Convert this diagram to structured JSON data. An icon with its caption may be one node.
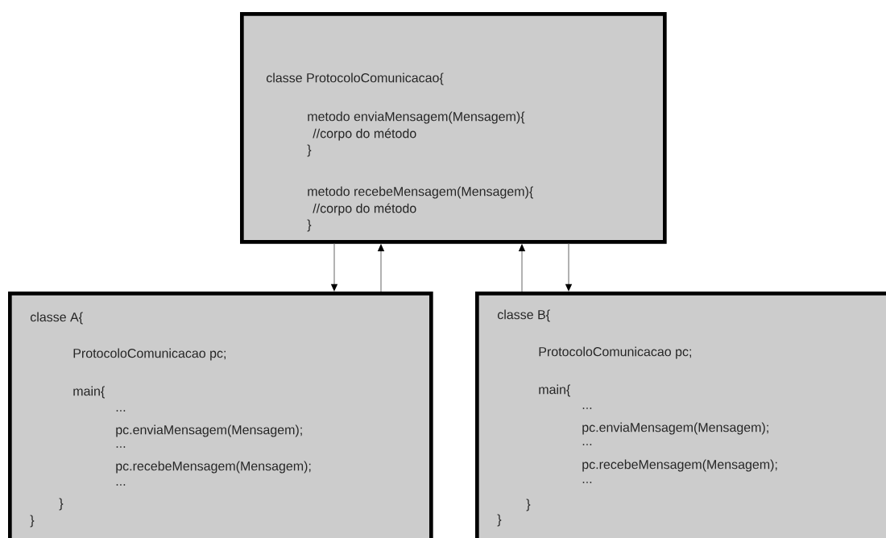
{
  "diagram": {
    "nodes": [
      {
        "text": [
          "classe ProtocoloComunicacao{",
          "metodo enviaMensagem(Mensagem){",
          "//corpo do método",
          "}",
          "metodo recebeMensagem(Mensagem){",
          "//corpo do método",
          "}"
        ]
      },
      {
        "text": [
          "classe A{",
          "ProtocoloComunicacao pc;",
          "main{",
          "...",
          "pc.enviaMensagem(Mensagem);",
          "...",
          "pc.recebeMensagem(Mensagem);",
          "...",
          "}",
          "}"
        ]
      },
      {
        "text": [
          "classe B{",
          "ProtocoloComunicacao pc;",
          "main{",
          "...",
          "pc.enviaMensagem(Mensagem);",
          "...",
          "pc.recebeMensagem(Mensagem);",
          "...",
          "}",
          "}"
        ]
      }
    ],
    "edges": [
      {
        "from": 0,
        "to": 1,
        "arrow": "to"
      },
      {
        "from": 1,
        "to": 0,
        "arrow": "to"
      },
      {
        "from": 2,
        "to": 0,
        "arrow": "to"
      },
      {
        "from": 0,
        "to": 2,
        "arrow": "to"
      }
    ]
  }
}
